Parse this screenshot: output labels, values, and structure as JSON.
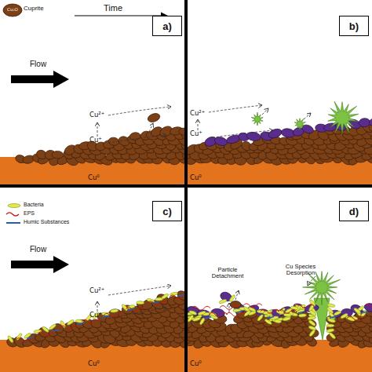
{
  "diagram": {
    "nodes": [
      {
        "text": [
          "a)"
        ]
      },
      {
        "text": [
          "b)"
        ]
      },
      {
        "text": [
          "c)"
        ]
      },
      {
        "text": [
          "d)"
        ]
      }
    ],
    "labels": [
      "Cu₂O",
      "Time",
      "Flow",
      "Cu²⁺",
      "Cu⁺",
      "Cu⁰",
      "Cu²⁺",
      "Cu⁺",
      "Cu⁰",
      "Flow",
      "Cu²⁺",
      "Cu⁺",
      "Cu⁰",
      "Particle Detachment",
      "Cu Species Desorption",
      "Cu⁰"
    ],
    "legend": [
      {
        "text": "Cuprite"
      },
      {
        "text": "Bacteria"
      },
      {
        "text": "EPS"
      },
      {
        "text": "Humic Substances"
      }
    ]
  }
}
